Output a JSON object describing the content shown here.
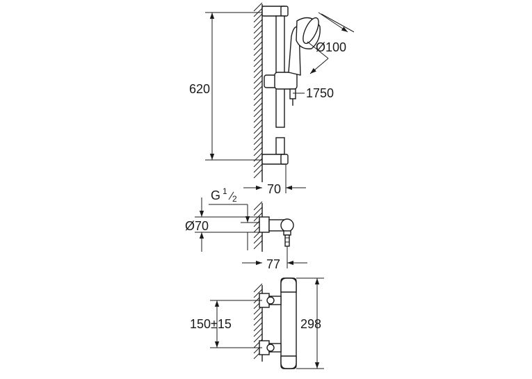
{
  "dimensions": {
    "rail_height": "620",
    "hand_shower_diameter": "Ø100",
    "hose_length": "1750",
    "rail_projection": "70",
    "thread": {
      "main": "G",
      "num": "1",
      "den": "2"
    },
    "escutcheon_diameter": "Ø70",
    "valve_projection": "77",
    "inlet_distance": "150±15",
    "body_height": "298"
  },
  "colors": {
    "line": "#1a1a1a",
    "background": "#ffffff"
  }
}
